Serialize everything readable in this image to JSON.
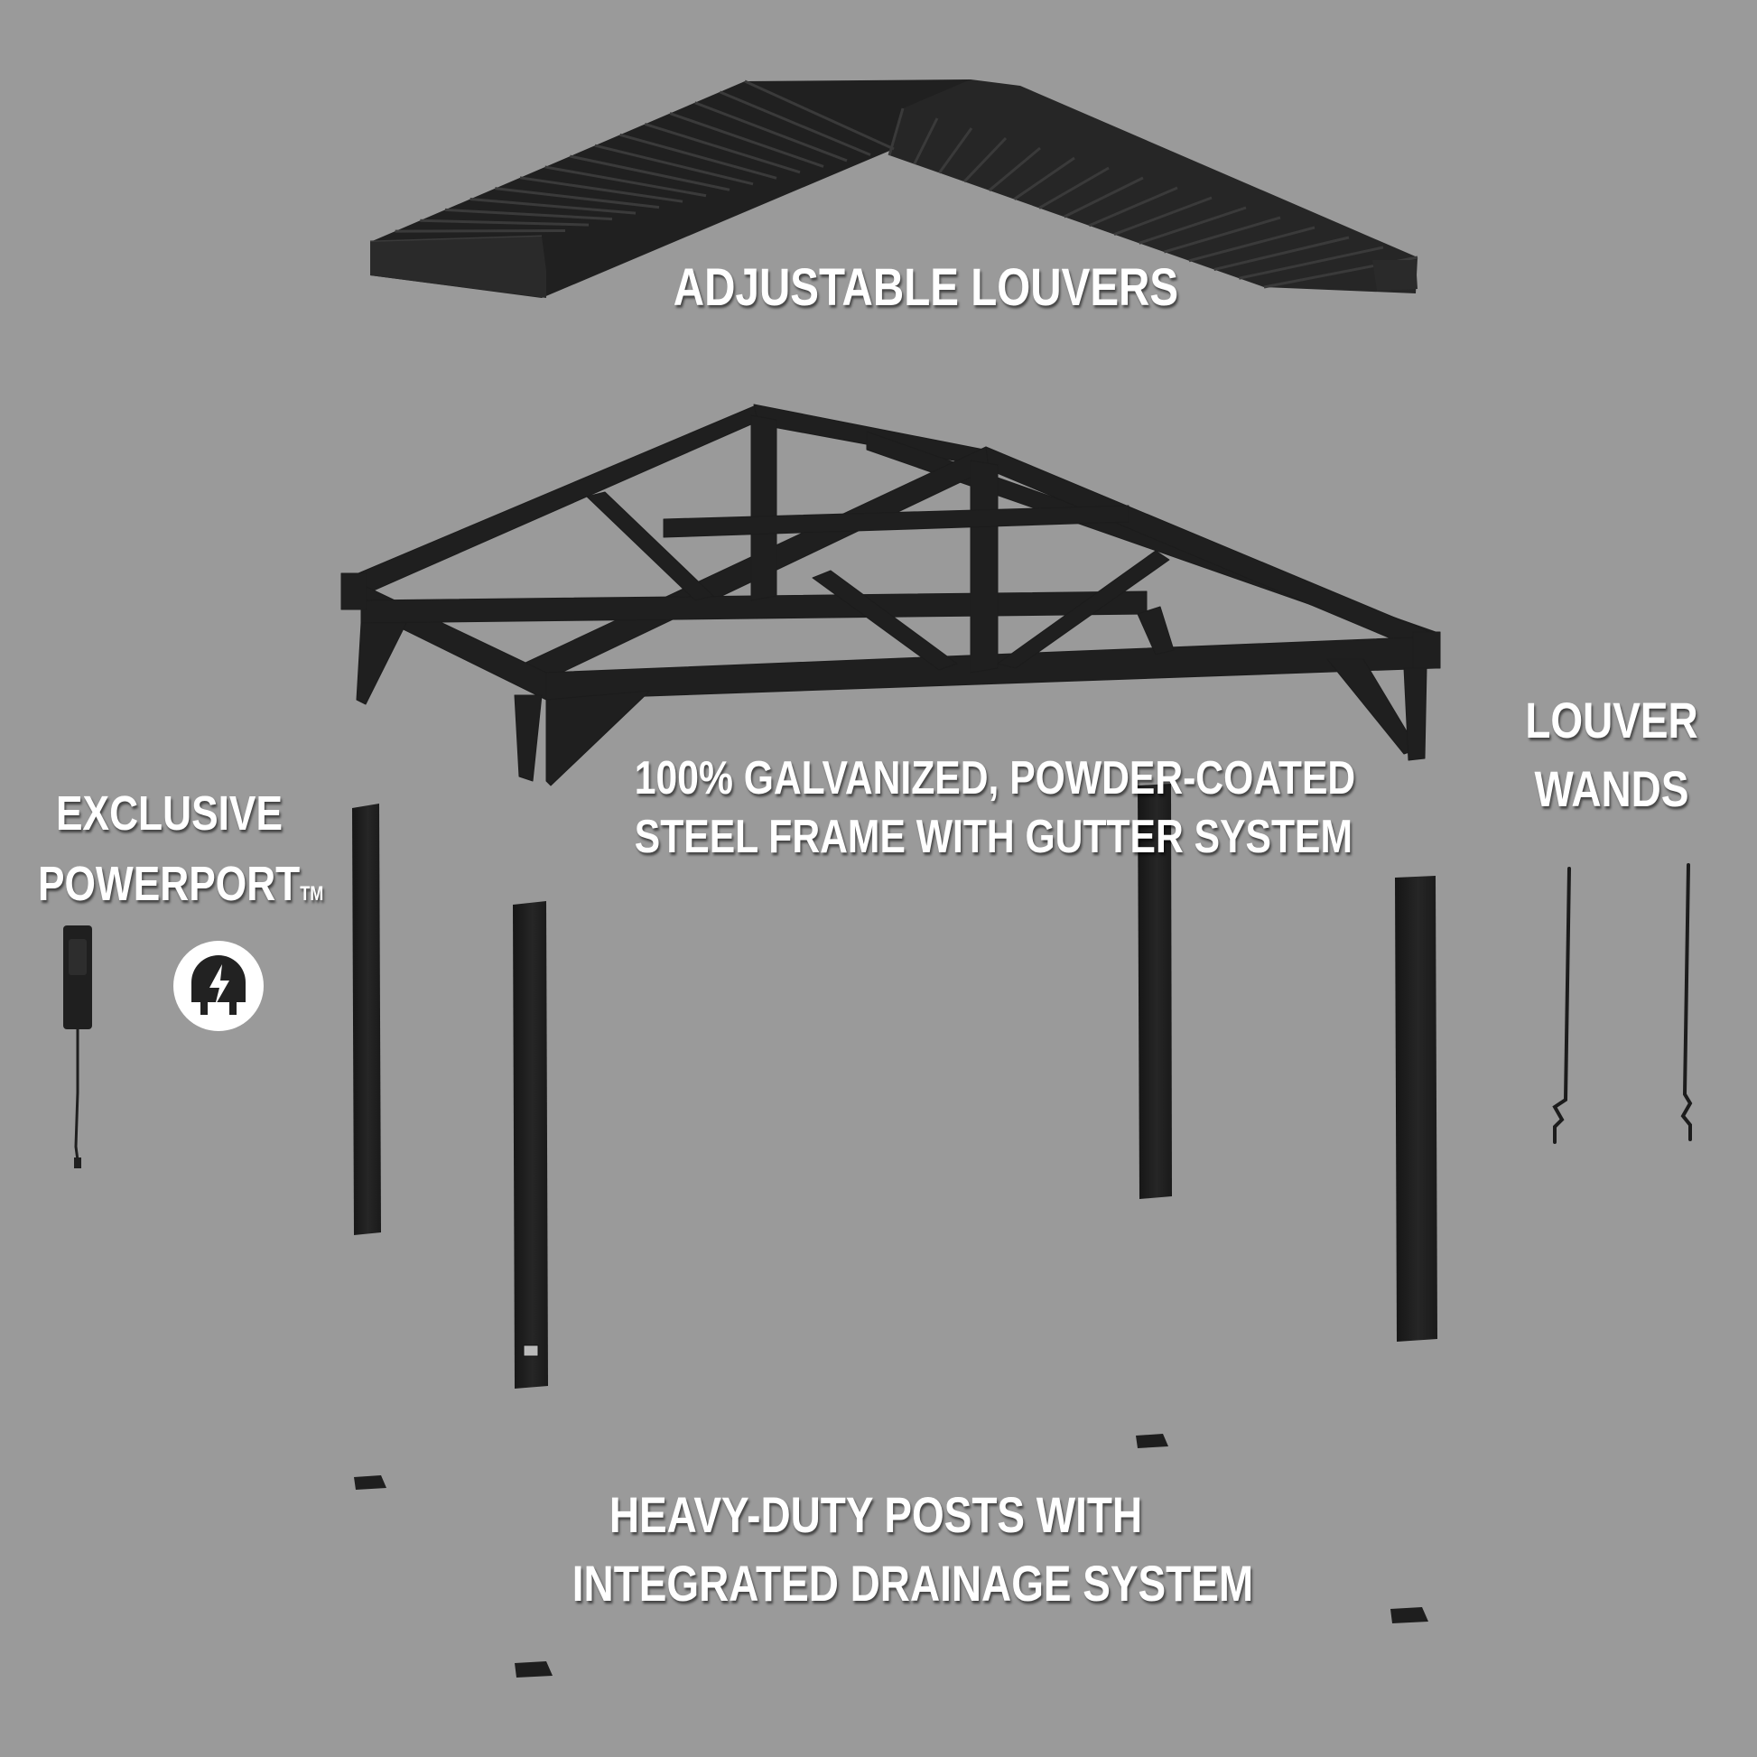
{
  "colors": {
    "background": "#9a9a9a",
    "component": "#1f1f1f",
    "component_edge": "#2e2e2e",
    "label_text": "#ffffff"
  },
  "labels": {
    "louvers": "ADJUSTABLE LOUVERS",
    "frame_line1": "100% GALVANIZED, POWDER-COATED",
    "frame_line2": "STEEL FRAME WITH GUTTER SYSTEM",
    "wands_line1": "LOUVER",
    "wands_line2": "WANDS",
    "powerport_line1": "EXCLUSIVE",
    "powerport_line2": "POWERPORT",
    "powerport_tm": "TM",
    "posts_line1": "HEAVY-DUTY POSTS WITH",
    "posts_line2": "INTEGRATED DRAINAGE SYSTEM"
  },
  "icons": {
    "powerport_badge": "power-plug-bolt-icon"
  }
}
